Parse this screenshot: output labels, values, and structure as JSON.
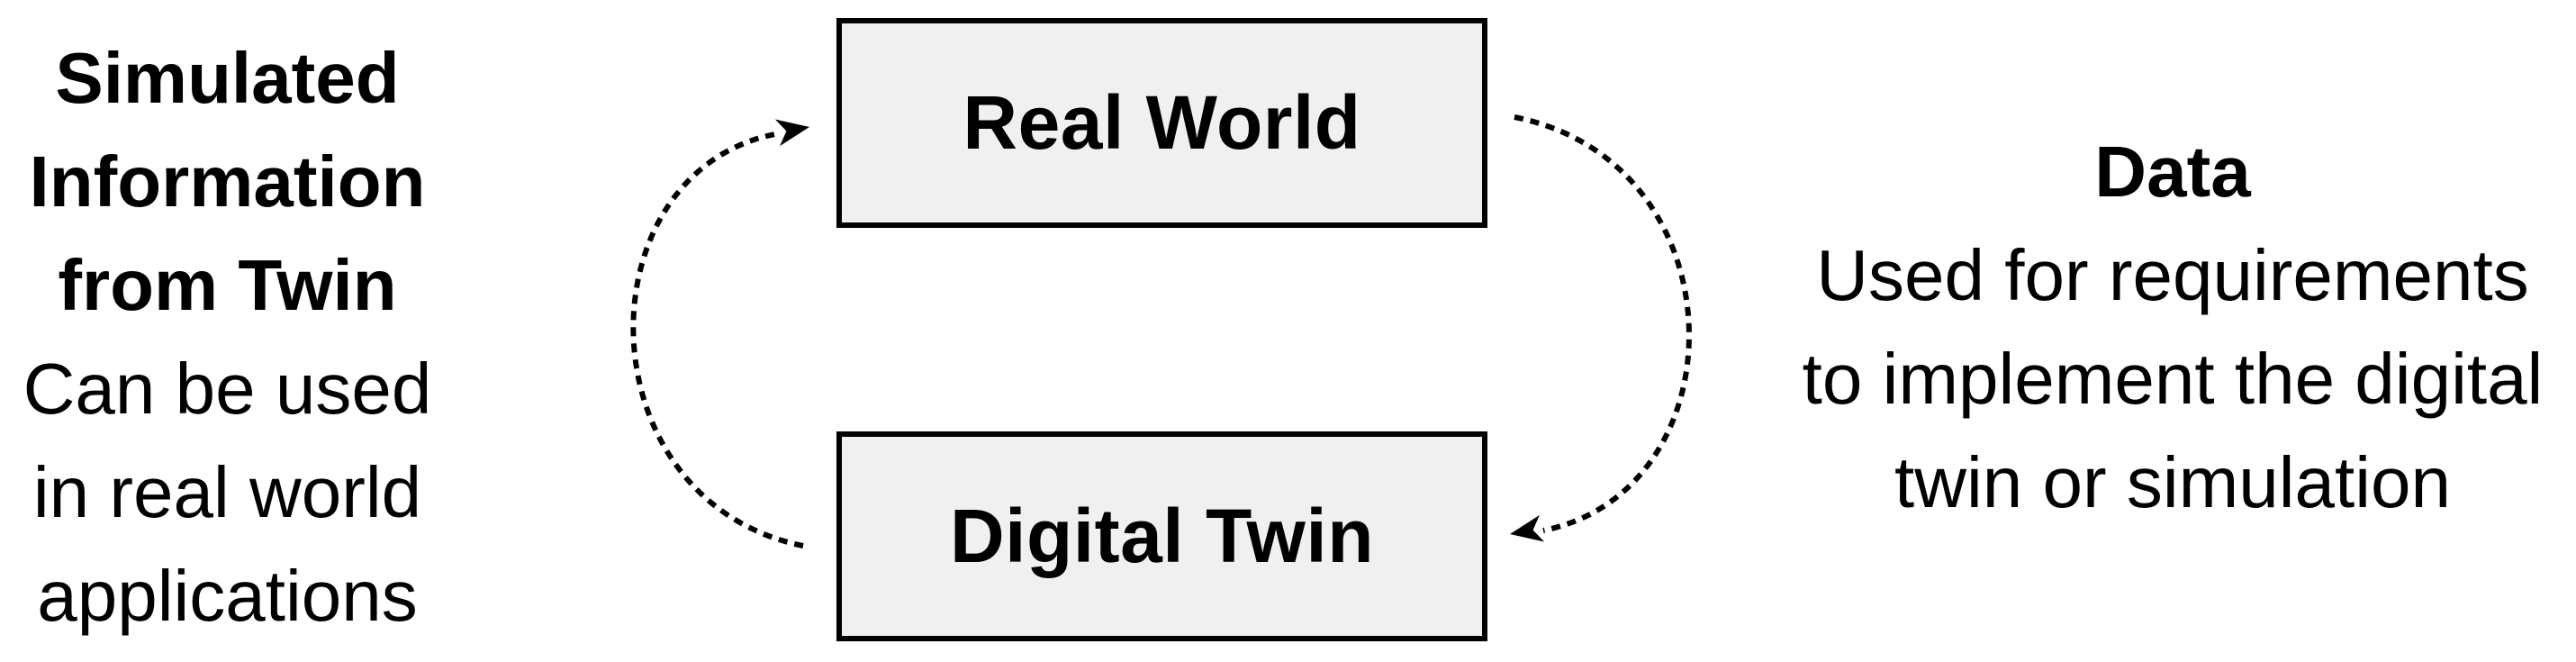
{
  "left_note": {
    "title_lines": [
      "Simulated",
      "Information",
      "from Twin"
    ],
    "body_lines": [
      "Can be used",
      "in real world",
      "applications"
    ]
  },
  "nodes": {
    "real_world": {
      "label": "Real World"
    },
    "digital_twin": {
      "label": "Digital Twin"
    }
  },
  "right_note": {
    "title": "Data",
    "body_lines": [
      "Used for requirements",
      "to implement the digital",
      "twin or simulation"
    ]
  },
  "edges": [
    {
      "from": "Digital Twin",
      "to": "Real World",
      "side": "left",
      "style": "dashed"
    },
    {
      "from": "Real World",
      "to": "Digital Twin",
      "side": "right",
      "style": "dashed"
    }
  ],
  "colors": {
    "background": "#ffffff",
    "node_fill": "#f0f0f0",
    "node_border": "#000000",
    "arrow": "#000000",
    "text": "#000000"
  }
}
